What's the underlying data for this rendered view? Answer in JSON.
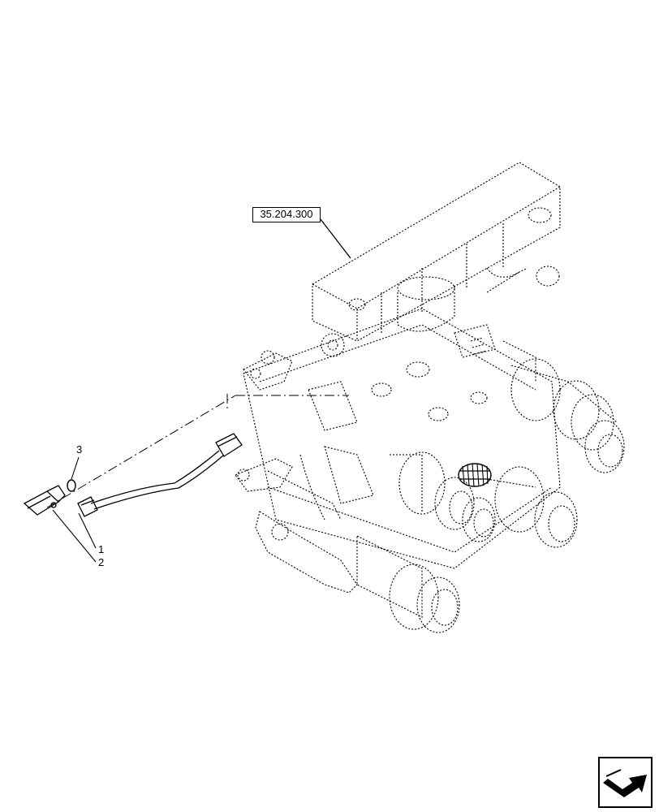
{
  "reference": {
    "label": "35.204.300"
  },
  "callouts": [
    {
      "id": "3",
      "label": "3"
    },
    {
      "id": "1",
      "label": "1"
    },
    {
      "id": "2",
      "label": "2"
    }
  ],
  "colors": {
    "line": "#000000",
    "background": "#ffffff"
  },
  "icons": {
    "navigation": "next-page-arrow-icon"
  }
}
